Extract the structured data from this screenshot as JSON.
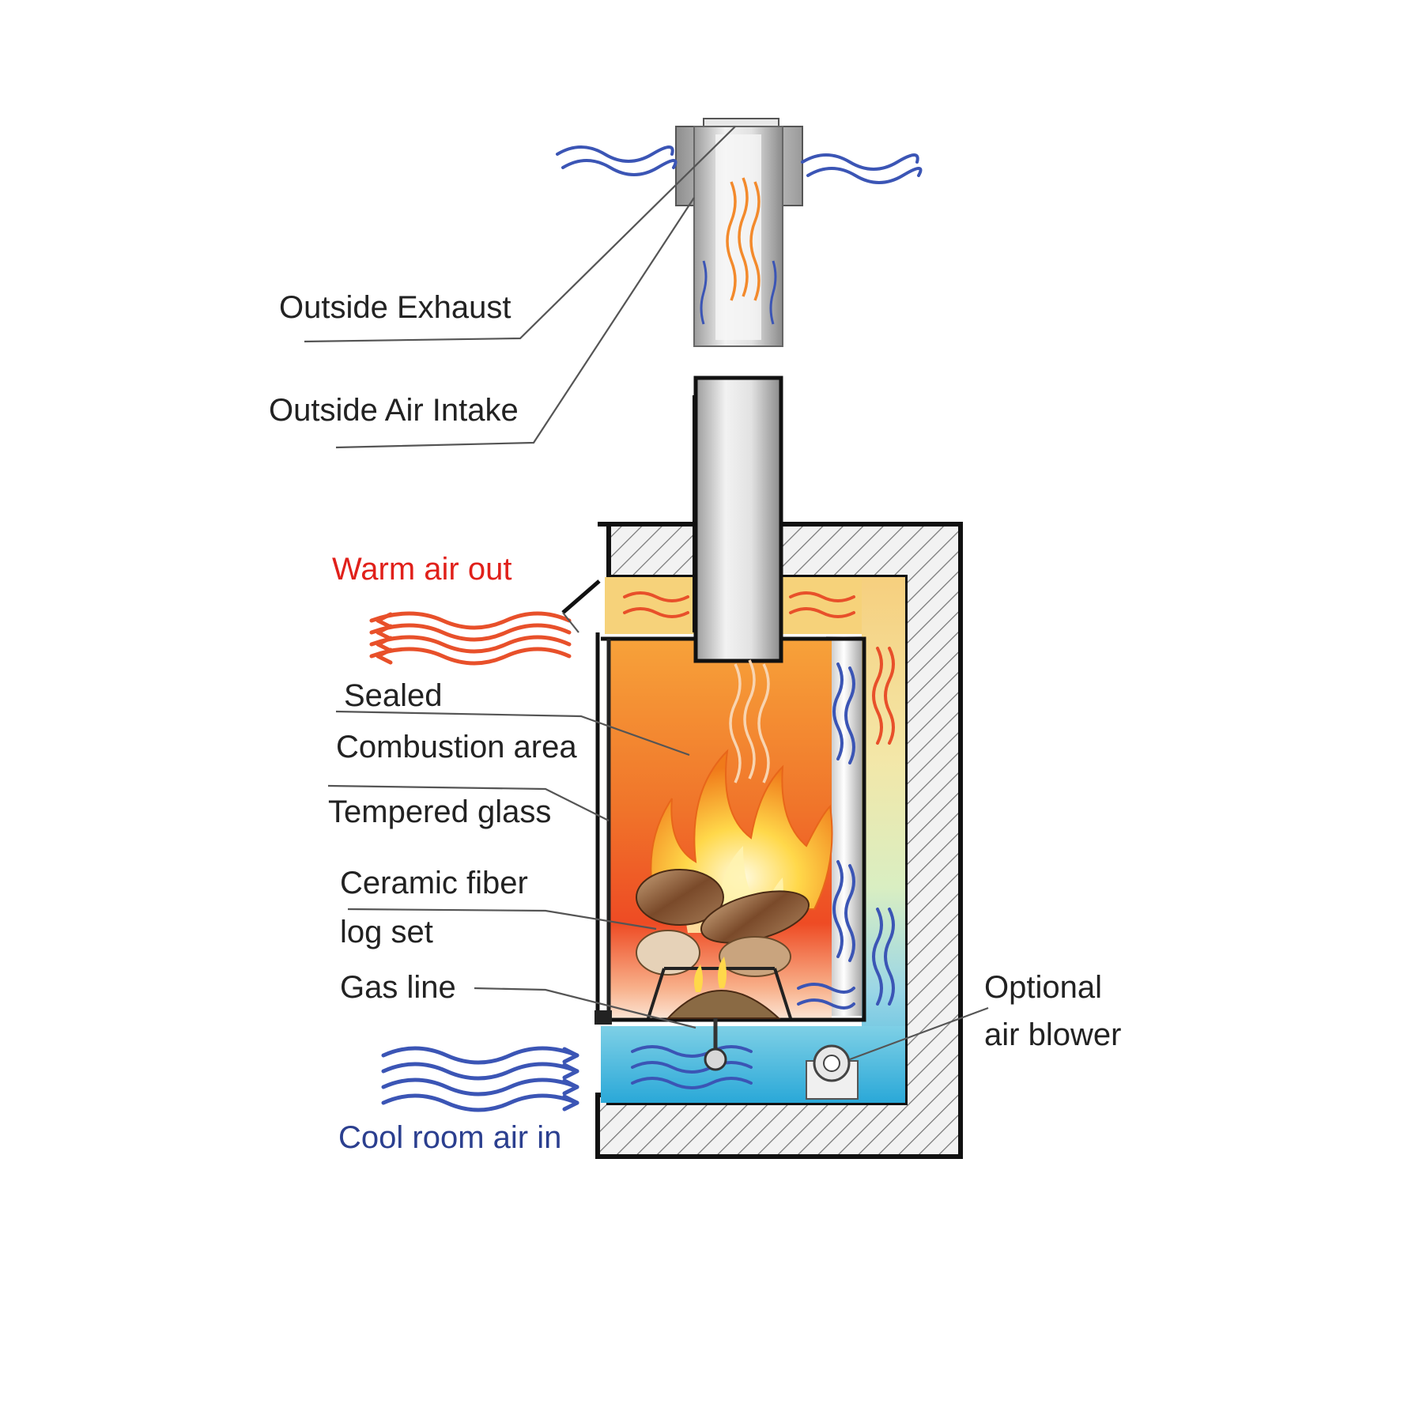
{
  "diagram": {
    "labels": {
      "outside_exhaust": "Outside Exhaust",
      "outside_air_intake": "Outside Air Intake",
      "warm_air_out": "Warm air out",
      "sealed": "Sealed",
      "combustion_area": "Combustion area",
      "tempered_glass": "Tempered glass",
      "ceramic_fiber": "Ceramic fiber",
      "log_set": "log set",
      "gas_line": "Gas line",
      "optional": "Optional",
      "air_blower": "air blower",
      "cool_room_air_in": "Cool room air in"
    },
    "colors": {
      "warm": "#e0201a",
      "cool": "#2b3f8f",
      "flame_top": "#f7a23a",
      "flame_bottom": "#ef4a22",
      "duct_warm": "#f6d27a",
      "duct_cool": "#39b5d8"
    }
  }
}
